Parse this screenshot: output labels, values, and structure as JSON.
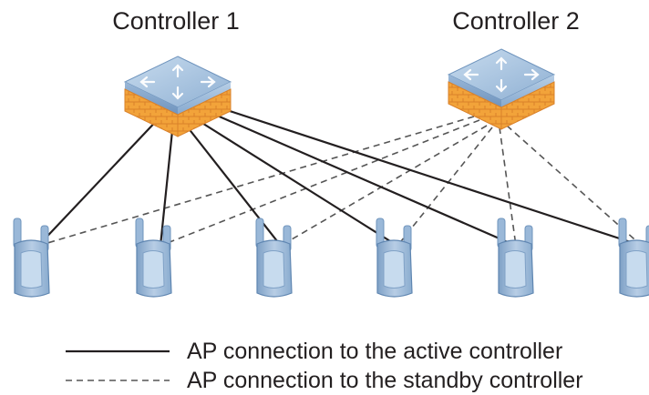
{
  "controllers": [
    {
      "id": "c1",
      "label": "Controller 1"
    },
    {
      "id": "c2",
      "label": "Controller 2"
    }
  ],
  "access_points": [
    {
      "id": "ap1"
    },
    {
      "id": "ap2"
    },
    {
      "id": "ap3"
    },
    {
      "id": "ap4"
    },
    {
      "id": "ap5"
    },
    {
      "id": "ap6"
    }
  ],
  "connections": {
    "active": {
      "from": "c1",
      "to": [
        "ap1",
        "ap2",
        "ap3",
        "ap4",
        "ap5",
        "ap6"
      ]
    },
    "standby": {
      "from": "c2",
      "to": [
        "ap1",
        "ap2",
        "ap3",
        "ap4",
        "ap5",
        "ap6"
      ]
    }
  },
  "legend": {
    "active_label": "AP connection to the active controller",
    "standby_label": "AP connection to the standby controller"
  },
  "colors": {
    "switch_top": "#a8c4e0",
    "switch_top_dark": "#7fa6cd",
    "switch_side_orange": "#f2a33a",
    "ap_body": "#a9c3de",
    "ap_body_dark": "#7d9fc2",
    "line": "#231f20"
  },
  "icons": {
    "controller": "network-switch-icon",
    "access_point": "access-point-icon"
  }
}
